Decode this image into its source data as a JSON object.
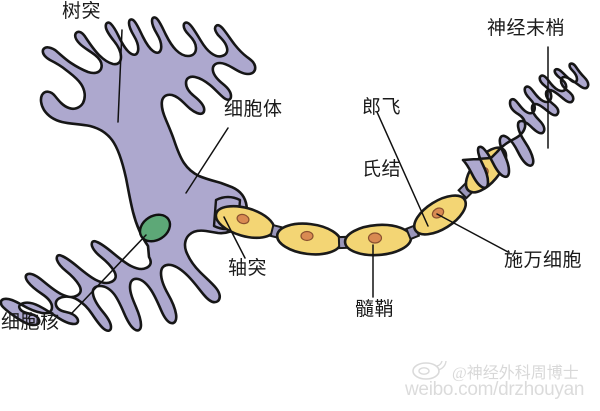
{
  "diagram": {
    "title": "Neuron structure diagram",
    "background_color": "#FFFFFF",
    "colors": {
      "neuron_fill": "#ADA8CE",
      "neuron_outline": "#161616",
      "myelin_fill": "#F3D574",
      "myelin_outline": "#1A1A1A",
      "schwann_nucleus_fill": "#D98A52",
      "cell_nucleus_fill": "#5DA877",
      "node_fill": "#9A96BA",
      "label_text": "#1A1A1A",
      "leader_line": "#111111"
    },
    "labels": [
      {
        "id": "dendrite",
        "text": "树突",
        "name": "label-dendrite"
      },
      {
        "id": "soma",
        "text": "细胞体",
        "name": "label-soma"
      },
      {
        "id": "ranvier_1",
        "text": "郎飞",
        "name": "label-node-of-ranvier-line1"
      },
      {
        "id": "ranvier_2",
        "text": "氏结",
        "name": "label-node-of-ranvier-line2"
      },
      {
        "id": "terminal",
        "text": "神经末梢",
        "name": "label-nerve-terminal"
      },
      {
        "id": "nucleus",
        "text": "细胞核",
        "name": "label-nucleus"
      },
      {
        "id": "axon",
        "text": "轴突",
        "name": "label-axon"
      },
      {
        "id": "myelin",
        "text": "髓鞘",
        "name": "label-myelin-sheath"
      },
      {
        "id": "schwann",
        "text": "施万细胞",
        "name": "label-schwann-cell"
      }
    ],
    "parts": {
      "dendrites": "树突",
      "soma": "细胞体",
      "node_of_ranvier": "郎飞氏结",
      "nerve_terminal": "神经末梢",
      "nucleus": "细胞核",
      "axon": "轴突",
      "myelin_sheath": "髓鞘",
      "schwann_cell": "施万细胞"
    },
    "myelin_segment_count": 5,
    "node_of_ranvier_count": 4
  },
  "watermark": {
    "handle": "@神经外科周博士",
    "url": "weibo.com/drzhouyan"
  }
}
